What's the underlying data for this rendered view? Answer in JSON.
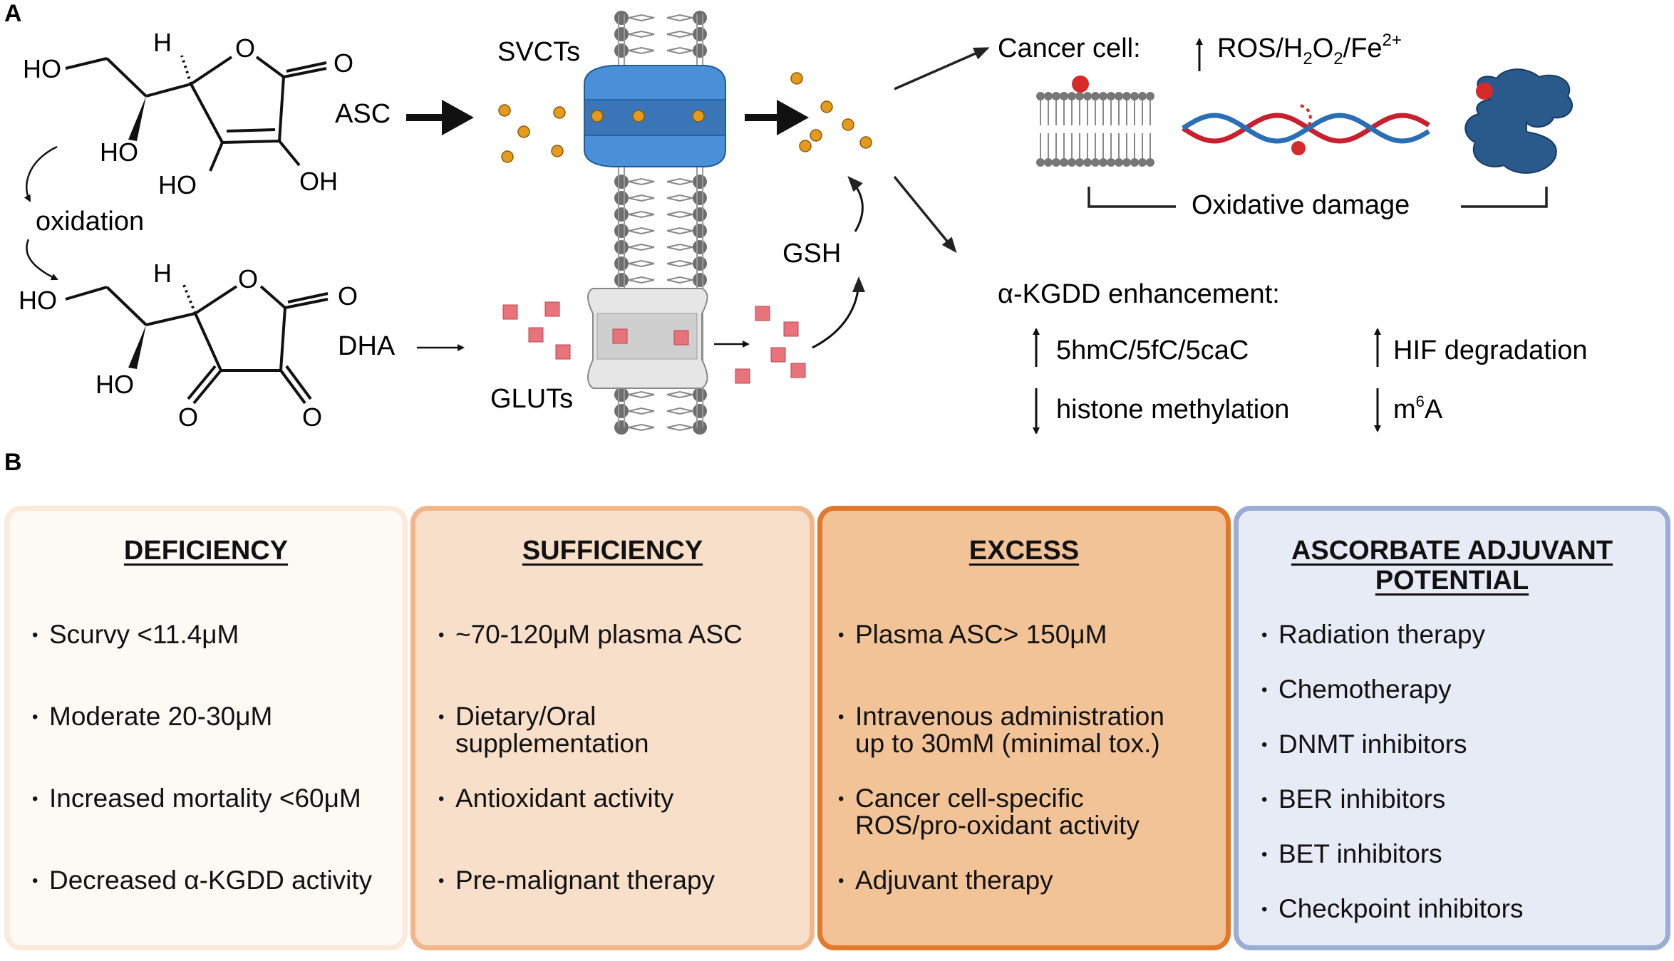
{
  "panel_a": {
    "letter": "A",
    "asc_struct": {
      "ho_top": "HO",
      "h": "H",
      "o_ring": "O",
      "o_carbonyl": "O",
      "ho_mid": "HO",
      "ho_bottom_left": "HO",
      "oh_bottom_right": "OH"
    },
    "oxidation_label": "oxidation",
    "dha_struct": {
      "ho_top": "HO",
      "h": "H",
      "o_ring": "O",
      "o_carbonyl": "O",
      "ho_mid": "HO",
      "o_bottom_left": "O",
      "o_bottom_right": "O"
    },
    "asc_label": "ASC",
    "dha_label": "DHA",
    "svcts_label": "SVCTs",
    "gluts_label": "GLUTs",
    "gsh_label": "GSH",
    "cancer_cell_label": "Cancer cell:",
    "ros_label": {
      "main": "ROS/H",
      "sub1": "2",
      "mid": "O",
      "sub2": "2",
      "tail": "/Fe",
      "sup": "2+"
    },
    "oxidative_damage_label": "Oxidative damage",
    "akgdd_label": "α-KGDD enhancement:",
    "effects": {
      "up_left": "5hmC/5fC/5caC",
      "down_left": "histone methylation",
      "up_right": "HIF degradation",
      "down_right": {
        "main": "m",
        "sup": "6",
        "tail": "A"
      }
    },
    "colors": {
      "svct": "#4a90d9",
      "glut": "#e2e2e2",
      "asc_dot": "#e49a1d",
      "dha_cube": "#e8737a",
      "dna_red": "#c8202f",
      "dna_blue": "#2a6fb5",
      "protein": "#2a5a8c",
      "membrane": "#777777"
    }
  },
  "panel_b": {
    "letter": "B",
    "boxes": [
      {
        "title": "DEFICIENCY",
        "items": [
          "Scurvy <11.4μM",
          "Moderate 20-30μM",
          "Increased mortality <60μM",
          "Decreased α-KGDD activity"
        ]
      },
      {
        "title": "SUFFICIENCY",
        "items": [
          "~70-120μM plasma ASC",
          "Dietary/Oral",
          "supplementation",
          "Antioxidant activity",
          "Pre-malignant therapy"
        ]
      },
      {
        "title": "EXCESS",
        "items": [
          "Plasma ASC> 150μM",
          "Intravenous administration",
          "up to 30mM (minimal tox.)",
          "Cancer cell-specific",
          "ROS/pro-oxidant activity",
          "Adjuvant therapy"
        ]
      },
      {
        "title_line1": "ASCORBATE ADJUVANT",
        "title_line2": "POTENTIAL",
        "items": [
          "Radiation therapy",
          "Chemotherapy",
          "DNMT inhibitors",
          "BER inhibitors",
          "BET inhibitors",
          "Checkpoint inhibitors"
        ]
      }
    ]
  }
}
